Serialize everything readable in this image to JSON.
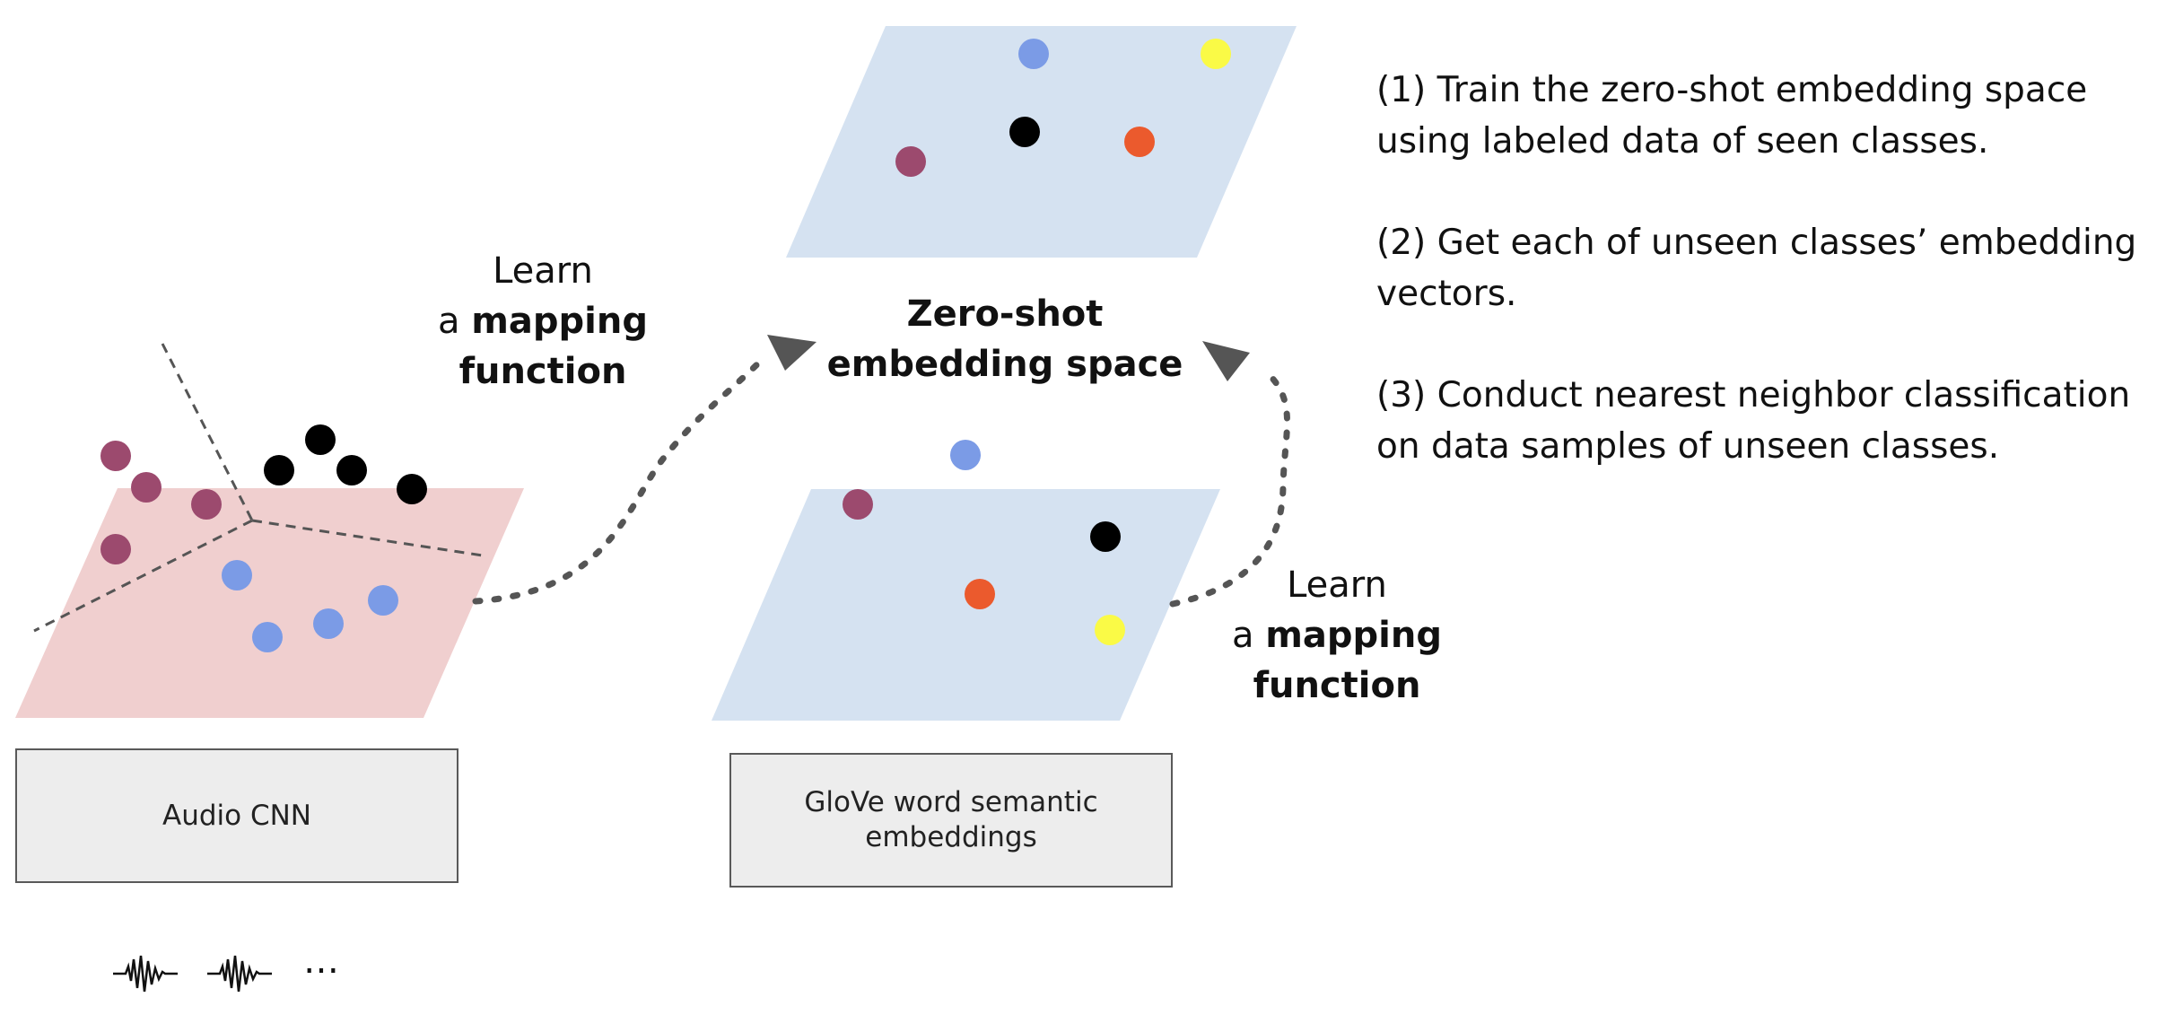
{
  "colors": {
    "audio_plane": "#f0cfcf",
    "embed_plane": "#d5e2f1",
    "class_purple": "#9c4a6e",
    "class_blue": "#7b9be6",
    "class_black": "#000000",
    "class_orange": "#eb5a2d",
    "class_yellow": "#fafa46",
    "arrow": "#555555"
  },
  "labels": {
    "center_title_line1": "Zero-shot",
    "center_title_line2": "embedding space",
    "learn_left": {
      "line1": "Learn",
      "prefix": "a ",
      "bold1": "mapping",
      "bold2": "function"
    },
    "learn_right": {
      "line1": "Learn",
      "prefix": "a ",
      "bold1": "mapping",
      "bold2": "function"
    },
    "audio_cnn": "Audio CNN",
    "glove_line1": "GloVe word semantic",
    "glove_line2": "embeddings",
    "ellipsis": "…"
  },
  "steps": [
    {
      "line1": "(1) Train the zero-shot embedding space",
      "line2": "using labeled data of seen classes."
    },
    {
      "line1": "(2)  Get each of unseen classes’ embedding",
      "line2": "vectors."
    },
    {
      "line1": "(3) Conduct nearest neighbor classification",
      "line2": "on data samples of unseen classes."
    }
  ],
  "icons": [
    "waveform-icon",
    "waveform-icon",
    "ellipsis-icon"
  ]
}
